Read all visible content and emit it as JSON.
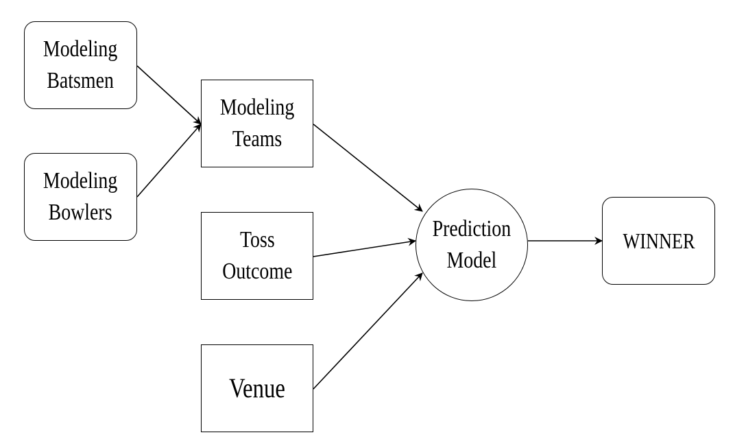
{
  "nodes": {
    "batsmen": {
      "line1": "Modeling",
      "line2": "Batsmen"
    },
    "bowlers": {
      "line1": "Modeling",
      "line2": "Bowlers"
    },
    "teams": {
      "line1": "Modeling",
      "line2": "Teams"
    },
    "toss": {
      "line1": "Toss",
      "line2": "Outcome"
    },
    "venue": {
      "line1": "Venue"
    },
    "prediction": {
      "line1": "Prediction",
      "line2": "Model"
    },
    "winner": {
      "line1": "WINNER"
    }
  },
  "edges": [
    {
      "from": "batsmen",
      "to": "teams"
    },
    {
      "from": "bowlers",
      "to": "teams"
    },
    {
      "from": "teams",
      "to": "prediction"
    },
    {
      "from": "toss",
      "to": "prediction"
    },
    {
      "from": "venue",
      "to": "prediction"
    },
    {
      "from": "prediction",
      "to": "winner"
    }
  ]
}
